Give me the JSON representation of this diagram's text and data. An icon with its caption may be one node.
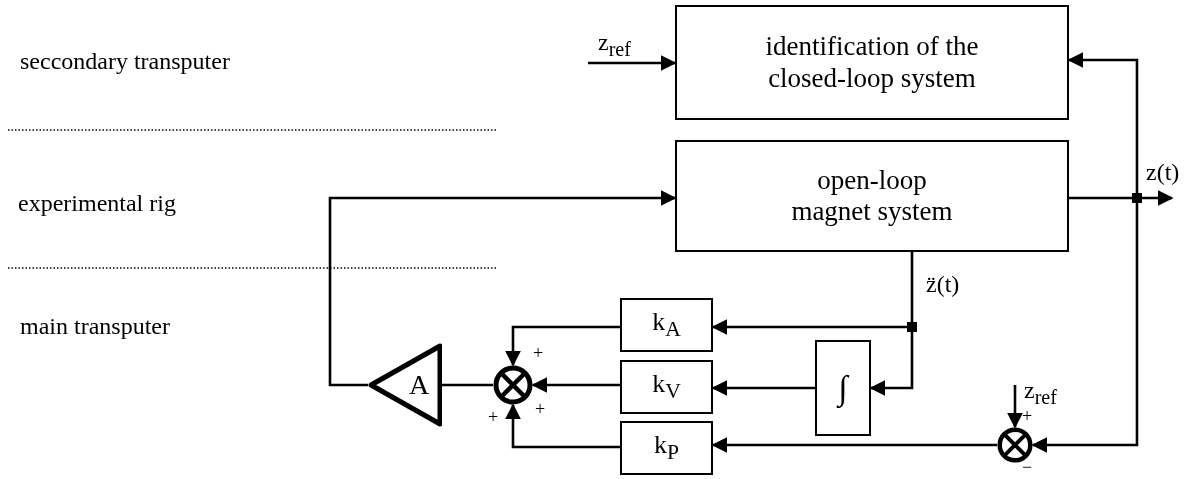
{
  "diagram": {
    "nodes": [
      {
        "text": [
          "identification of the closed-loop system"
        ]
      },
      {
        "text": [
          "open-loop magnet system"
        ]
      },
      {
        "text": [
          "k$_{A}$"
        ]
      },
      {
        "text": [
          "k$_{V}$"
        ]
      },
      {
        "text": [
          "∫"
        ]
      },
      {
        "text": [
          "k$_{P}$"
        ]
      },
      {
        "text": [],
        "shape": "circle",
        "beside": [
          "+",
          "+",
          "+"
        ]
      },
      {
        "text": [
          "A"
        ]
      },
      {
        "text": [],
        "shape": "circle",
        "beside": [
          "+",
          "−"
        ]
      }
    ],
    "edges": [
      {
        "from": null,
        "to": 0,
        "arrow": "to",
        "label": "z$_{ref}$"
      },
      {
        "from": 1,
        "to": 0,
        "arrow": "to"
      },
      {
        "from": 1,
        "to": null,
        "arrow": "to",
        "label": "z(t)"
      },
      {
        "from": 1,
        "to": 8,
        "arrow": "to"
      },
      {
        "from": null,
        "to": 8,
        "arrow": "to",
        "label": "z$_{ref}$"
      },
      {
        "from": 8,
        "to": 5,
        "arrow": "to"
      },
      {
        "from": 1,
        "to": 2,
        "arrow": "to",
        "label": "z̈(t)"
      },
      {
        "from": 1,
        "to": 4,
        "arrow": "to"
      },
      {
        "from": 4,
        "to": 3,
        "arrow": "to"
      },
      {
        "from": 2,
        "to": 6,
        "arrow": "to"
      },
      {
        "from": 3,
        "to": 6,
        "arrow": "to"
      },
      {
        "from": 5,
        "to": 6,
        "arrow": "to"
      },
      {
        "from": 6,
        "to": 7,
        "arrow": "none"
      },
      {
        "from": 7,
        "to": 1,
        "arrow": "to"
      }
    ],
    "labels": [
      "seccondary transputer",
      "experimental rig",
      "main transputer"
    ]
  }
}
